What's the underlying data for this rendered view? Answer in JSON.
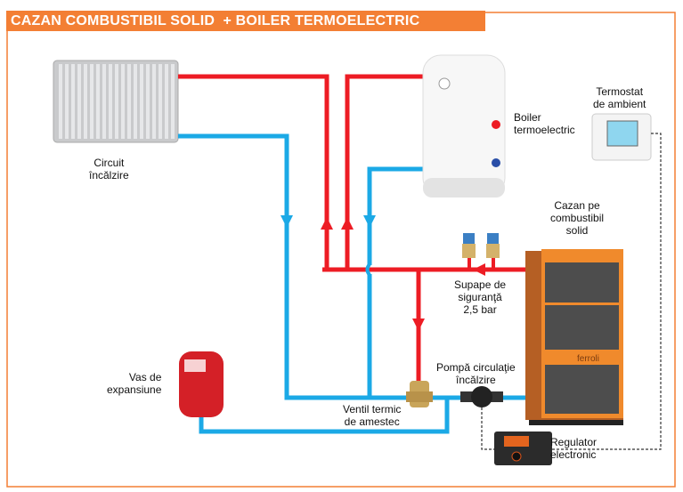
{
  "title": "CAZAN COMBUSTIBIL SOLID  + BOILER TERMOELECTRIC",
  "labels": {
    "radiator": "Circuit\nîncălzire",
    "boiler": "Boiler\ntermoelectric",
    "thermostat": "Termostat\nde ambient",
    "solid_boiler": "Cazan pe\ncombustibil\nsolid",
    "safety_valves": "Supape de\nsiguranţă\n2,5 bar",
    "pump": "Pompă circulaţie\nîncălzire",
    "mixing_valve": "Ventil termic\nde amestec",
    "expansion_vessel": "Vas de\nexpansiune",
    "regulator": "Regulator\nelectronic"
  },
  "brand": "ferroli",
  "colors": {
    "accent": "#f37f34",
    "hot_pipe": "#ed1c24",
    "cold_pipe": "#1ba9e6",
    "boiler_body": "#f08a2c"
  }
}
